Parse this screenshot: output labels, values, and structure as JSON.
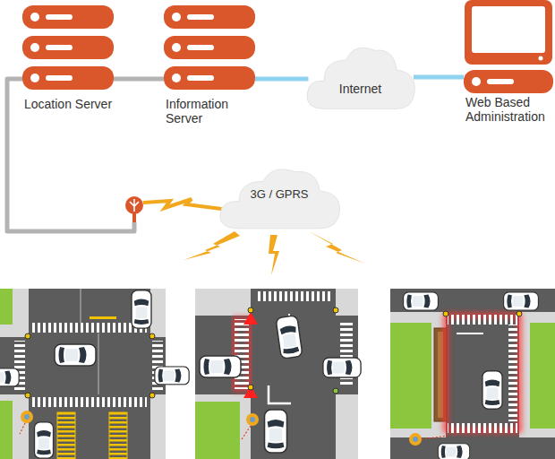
{
  "diagram": {
    "nodes": [
      {
        "text": [
          "Location Server"
        ]
      },
      {
        "text": [
          "Information Server"
        ]
      },
      {
        "text": [
          "Internet"
        ]
      },
      {
        "text": [
          "Web Based Administration"
        ]
      },
      {
        "text": [
          "3G / GPRS"
        ]
      }
    ],
    "edges": [
      {
        "from": 0,
        "to": 1,
        "arrow": "none"
      },
      {
        "from": 1,
        "to": 2,
        "arrow": "none"
      },
      {
        "from": 2,
        "to": 3,
        "arrow": "none"
      },
      {
        "from": 0,
        "to": 4,
        "arrow": "none"
      }
    ]
  }
}
